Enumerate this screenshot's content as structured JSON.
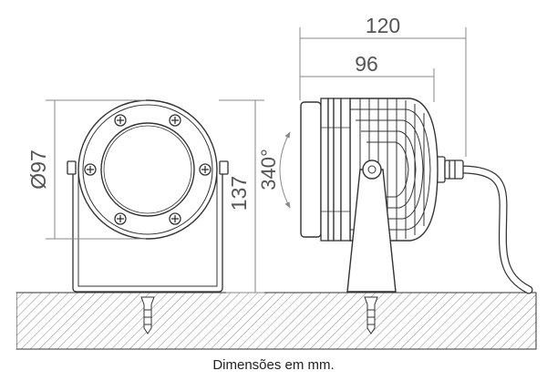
{
  "dimensions": {
    "overall_depth": "120",
    "body_depth": "96",
    "diameter": "Ø97",
    "height": "137",
    "rotation": "340°"
  },
  "caption": "Dimensões em mm.",
  "colors": {
    "line": "#333333",
    "dimension": "#8a8a8a",
    "hatch": "#555555"
  }
}
